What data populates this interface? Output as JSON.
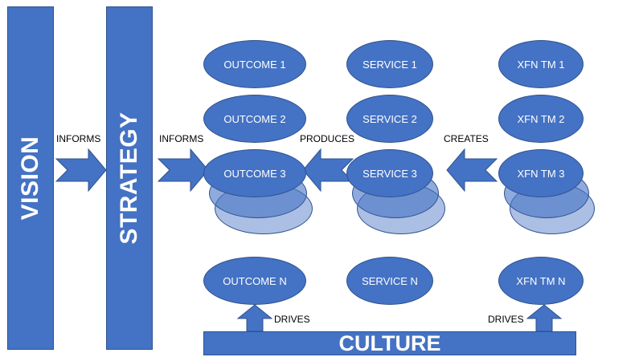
{
  "vision_label": "VISION",
  "strategy_label": "STRATEGY",
  "culture_label": "CULTURE",
  "connectors": {
    "informs_1": "INFORMS",
    "informs_2": "INFORMS",
    "produces": "PRODUCES",
    "creates": "CREATES",
    "drives_left": "DRIVES",
    "drives_right": "DRIVES"
  },
  "outcomes": [
    "OUTCOME 1",
    "OUTCOME 2",
    "OUTCOME 3",
    "OUTCOME N"
  ],
  "services": [
    "SERVICE 1",
    "SERVICE 2",
    "SERVICE 3",
    "SERVICE N"
  ],
  "teams": [
    "XFN TM 1",
    "XFN TM 2",
    "XFN TM 3",
    "XFN TM N"
  ],
  "colors": {
    "fill": "#4472c4",
    "outline": "#2f528f"
  }
}
